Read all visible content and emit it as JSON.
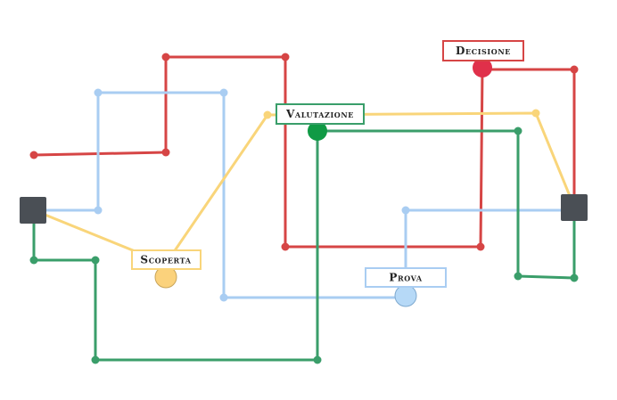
{
  "diagram": {
    "colors": {
      "red": "#d64545",
      "blue": "#a9cdf2",
      "yellow": "#f9d57a",
      "green": "#3a9e6a",
      "terminal": "#4a4f55"
    },
    "labels": {
      "decisione": "Decisione",
      "valutazione": "Valutazione",
      "scoperta": "Scoperta",
      "prova": "Prova"
    },
    "nodes": [
      {
        "id": "decisione",
        "color": "#e0304a"
      },
      {
        "id": "valutazione",
        "color": "#109a45"
      },
      {
        "id": "scoperta",
        "color": "#fbd27c"
      },
      {
        "id": "prova",
        "color": "#b6d9f7"
      }
    ],
    "terminals": [
      "left",
      "right"
    ],
    "routes": [
      "red",
      "blue",
      "yellow",
      "green"
    ]
  }
}
